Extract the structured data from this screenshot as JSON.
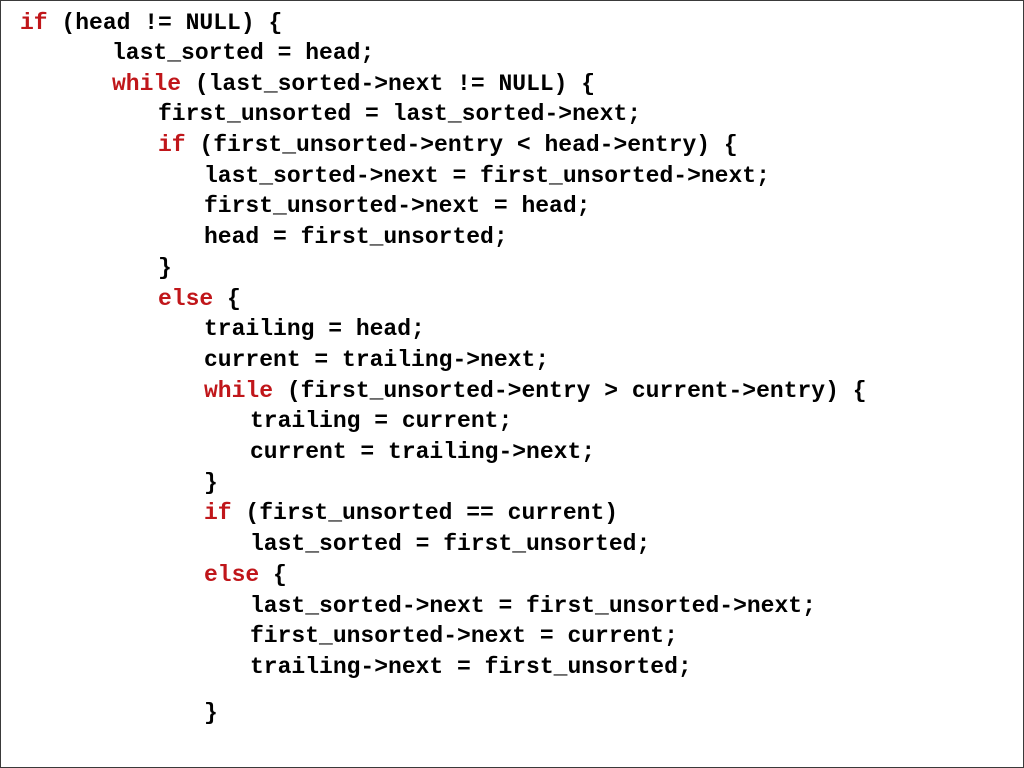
{
  "colors": {
    "keyword": "#c0161a",
    "text": "#000000",
    "background": "#ffffff"
  },
  "code": {
    "lines": [
      {
        "kw": "if",
        "rest": " (head != NULL) {"
      },
      {
        "kw": "",
        "rest": "last_sorted = head;"
      },
      {
        "kw": "while",
        "rest": " (last_sorted->next != NULL) {"
      },
      {
        "kw": "",
        "rest": "first_unsorted = last_sorted->next;"
      },
      {
        "kw": "if",
        "rest": " (first_unsorted->entry < head->entry) {"
      },
      {
        "kw": "",
        "rest": "last_sorted->next = first_unsorted->next;"
      },
      {
        "kw": "",
        "rest": "first_unsorted->next = head;"
      },
      {
        "kw": "",
        "rest": "head = first_unsorted;"
      },
      {
        "kw": "",
        "rest": "}"
      },
      {
        "kw": "else",
        "rest": " {"
      },
      {
        "kw": "",
        "rest": "trailing = head;"
      },
      {
        "kw": "",
        "rest": "current = trailing->next;"
      },
      {
        "kw": "while",
        "rest": " (first_unsorted->entry > current->entry) {"
      },
      {
        "kw": "",
        "rest": "trailing = current;"
      },
      {
        "kw": "",
        "rest": "current = trailing->next;"
      },
      {
        "kw": "",
        "rest": "}"
      },
      {
        "kw": "if",
        "rest": " (first_unsorted == current)"
      },
      {
        "kw": "",
        "rest": "last_sorted = first_unsorted;"
      },
      {
        "kw": "else",
        "rest": " {"
      },
      {
        "kw": "",
        "rest": "last_sorted->next = first_unsorted->next;"
      },
      {
        "kw": "",
        "rest": "first_unsorted->next = current;"
      },
      {
        "kw": "",
        "rest": "trailing->next = first_unsorted;"
      },
      {
        "kw": "",
        "rest": "}"
      }
    ]
  }
}
